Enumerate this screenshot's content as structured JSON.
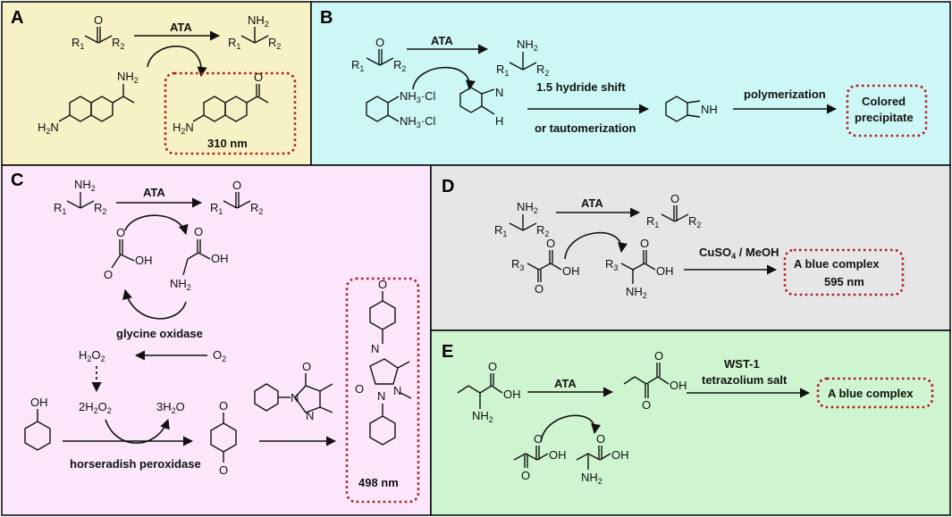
{
  "colors": {
    "panel_a": "#f7f1c6",
    "panel_b": "#cdf7f7",
    "panel_c": "#fbe6fb",
    "panel_d": "#e6e6e6",
    "panel_e": "#cff5d0",
    "highlight_box": "#b01c1c"
  },
  "panel_a": {
    "letter": "A",
    "enzyme": "ATA",
    "r1": "R",
    "r1_sub": "1",
    "r2": "R",
    "r2_sub": "2",
    "nh2": "NH",
    "nh2_sub": "2",
    "h2n": "H",
    "h2n_sub": "2",
    "h2n_n": "N",
    "o": "O",
    "wavelength": "310 nm"
  },
  "panel_b": {
    "letter": "B",
    "enzyme": "ATA",
    "nh3cl": "NH",
    "nh3cl_sub": "3",
    "nh3cl_tail": "·Cl",
    "n": "N",
    "h": "H",
    "nh": "NH",
    "o": "O",
    "step1_line1": "1.5 hydride shift",
    "step1_line2": "or tautomerization",
    "step2": "polymerization",
    "product_line1": "Colored",
    "product_line2": "precipitate"
  },
  "panel_c": {
    "letter": "C",
    "enzyme": "ATA",
    "oh": "OH",
    "o": "O",
    "n": "N",
    "o2": "O",
    "o2_sub": "2",
    "h2o2": "H",
    "h2o2_sub1": "2",
    "h2o2_mid": "O",
    "h2o2_sub2": "2",
    "two_h2o2": "2H",
    "three_h2o": "3H",
    "h2o_tail": "O",
    "glycine_oxidase": "glycine oxidase",
    "hrp": "horseradish peroxidase",
    "wavelength": "498 nm"
  },
  "panel_d": {
    "letter": "D",
    "enzyme": "ATA",
    "r3": "R",
    "r3_sub": "3",
    "oh": "OH",
    "o": "O",
    "reagent": "CuSO",
    "reagent_sub": "4",
    "reagent_tail": " / MeOH",
    "product_line1": "A blue complex",
    "product_line2": "595 nm"
  },
  "panel_e": {
    "letter": "E",
    "enzyme": "ATA",
    "oh": "OH",
    "o": "O",
    "reagent_line1": "WST-1",
    "reagent_line2": "tetrazolium salt",
    "product": "A blue complex"
  }
}
